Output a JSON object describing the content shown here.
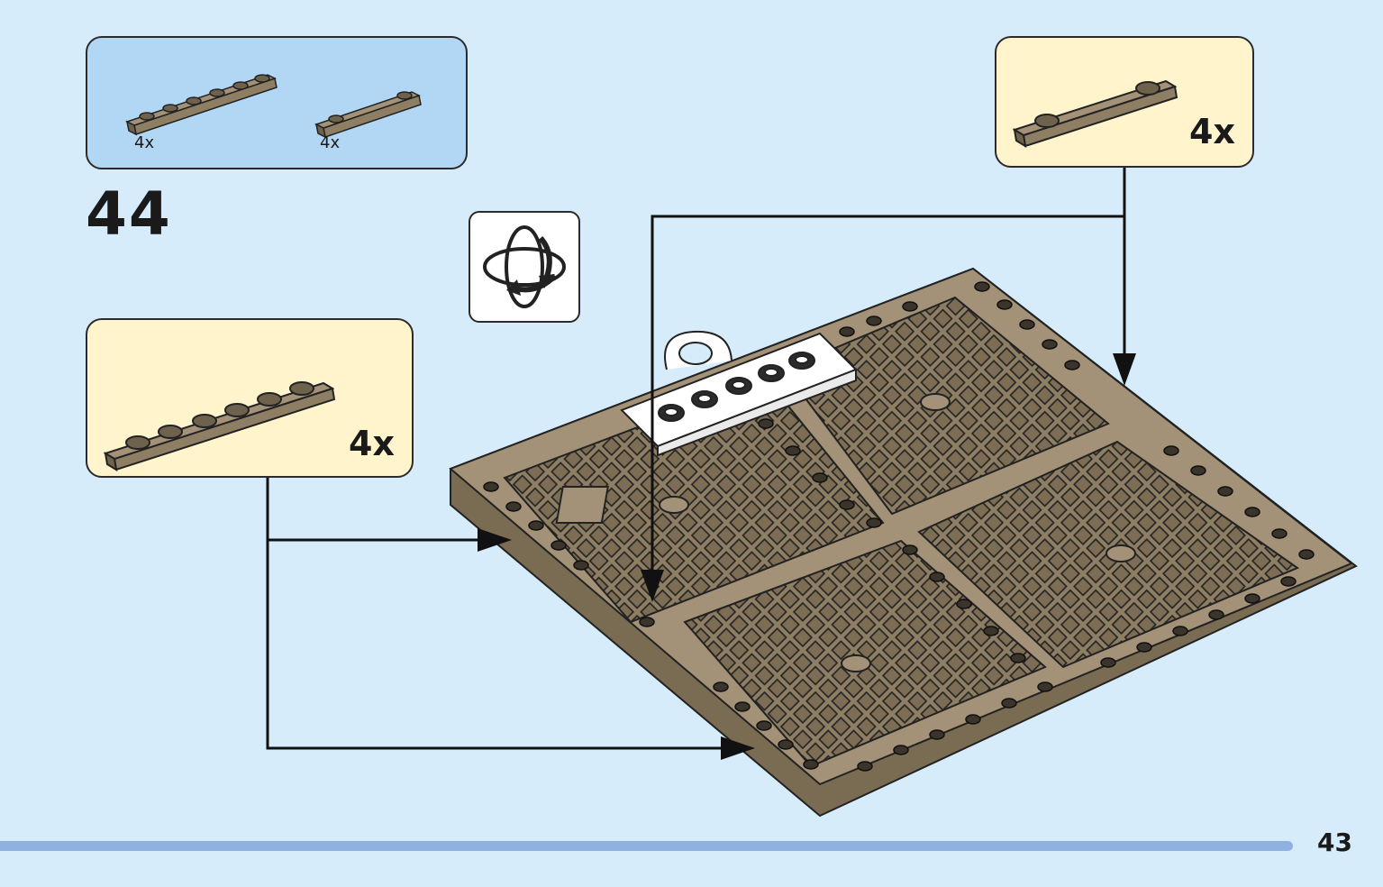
{
  "step": {
    "number": "44"
  },
  "parts_list": {
    "items": [
      {
        "name": "plate-1x6",
        "quantity": "4x"
      },
      {
        "name": "plate-1x4",
        "quantity": "4x"
      }
    ]
  },
  "callouts": {
    "left": {
      "part": "plate-1x6",
      "quantity": "4x"
    },
    "right": {
      "part": "plate-1x4",
      "quantity": "4x"
    }
  },
  "rotate_icon": "rotate-model-icon",
  "page": {
    "number": "43"
  },
  "colors": {
    "background": "#d6ecfb",
    "parts_box": "#b2d7f5",
    "callout": "#fff4cc",
    "brick": "#8e7e63",
    "page_bar": "#8fb1df"
  }
}
